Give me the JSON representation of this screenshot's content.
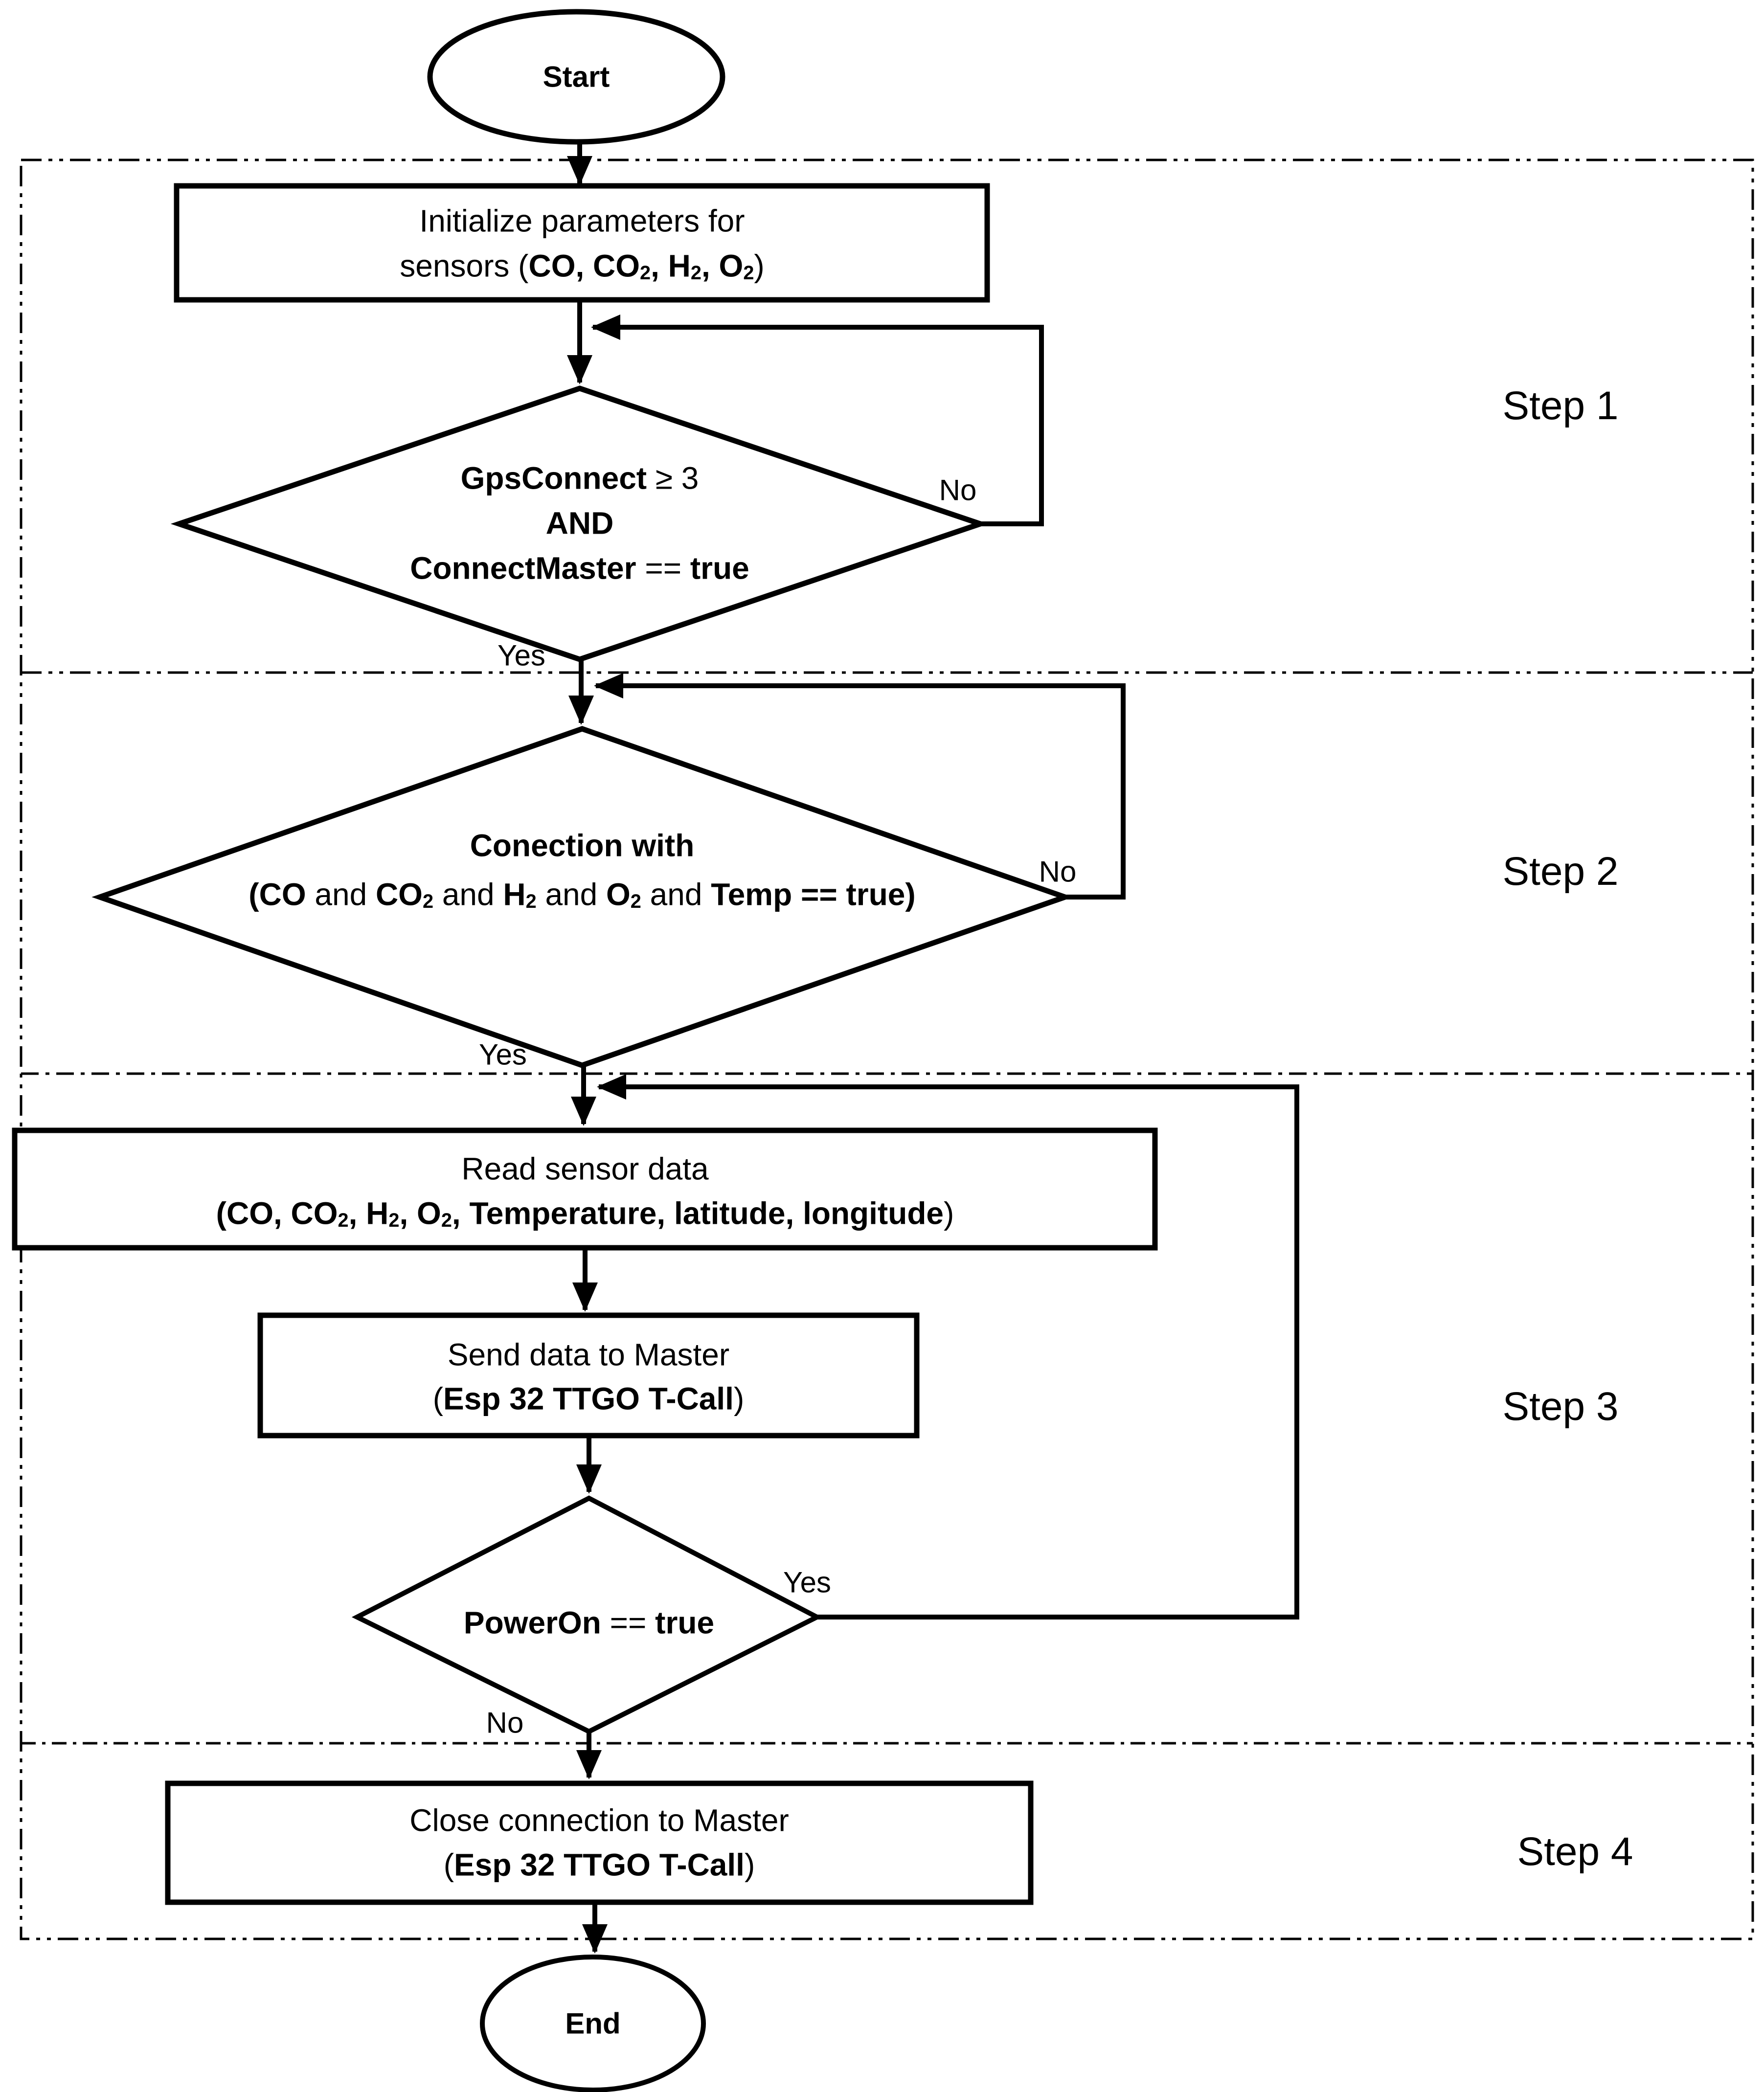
{
  "colors": {
    "ink": "#000000",
    "background": "#ffffff"
  },
  "flowchart": {
    "terminals": {
      "start": "Start",
      "end": "End"
    },
    "steps": [
      {
        "label": "Step 1"
      },
      {
        "label": "Step 2"
      },
      {
        "label": "Step 3"
      },
      {
        "label": "Step 4"
      }
    ],
    "branches": {
      "gps": {
        "yes": "Yes",
        "no": "No"
      },
      "connection": {
        "yes": "Yes",
        "no": "No"
      },
      "power": {
        "yes": "Yes",
        "no": "No"
      }
    },
    "nodes": {
      "init": {
        "line1": "Initialize parameters for",
        "line2": [
          {
            "t": "sensors ("
          },
          {
            "t": "CO, CO",
            "b": 1
          },
          {
            "t": "2",
            "b": 1,
            "s": 1
          },
          {
            "t": ", H",
            "b": 1
          },
          {
            "t": "2",
            "b": 1,
            "s": 1
          },
          {
            "t": ", O",
            "b": 1
          },
          {
            "t": "2",
            "b": 1,
            "s": 1
          },
          {
            "t": ")"
          }
        ]
      },
      "gps_decision": {
        "line1": [
          {
            "t": "GpsConnect",
            "b": 1
          },
          {
            "t": " ≥ 3"
          }
        ],
        "line2": [
          {
            "t": "AND",
            "b": 1
          }
        ],
        "line3": [
          {
            "t": "ConnectMaster",
            "b": 1
          },
          {
            "t": " == "
          },
          {
            "t": "true",
            "b": 1
          }
        ]
      },
      "connection_decision": {
        "line1": [
          {
            "t": "Conection with",
            "b": 1
          }
        ],
        "line2": [
          {
            "t": "(CO",
            "b": 1
          },
          {
            "t": " and "
          },
          {
            "t": "CO",
            "b": 1
          },
          {
            "t": "2",
            "b": 1,
            "s": 1
          },
          {
            "t": " and "
          },
          {
            "t": "H",
            "b": 1
          },
          {
            "t": "2",
            "b": 1,
            "s": 1
          },
          {
            "t": " and "
          },
          {
            "t": "O",
            "b": 1
          },
          {
            "t": "2",
            "b": 1,
            "s": 1
          },
          {
            "t": " and "
          },
          {
            "t": "Temp == true)",
            "b": 1
          }
        ]
      },
      "read": {
        "line1": "Read sensor data",
        "line2": [
          {
            "t": "(CO, CO",
            "b": 1
          },
          {
            "t": "2",
            "b": 1,
            "s": 1
          },
          {
            "t": ", H",
            "b": 1
          },
          {
            "t": "2",
            "b": 1,
            "s": 1
          },
          {
            "t": ", O",
            "b": 1
          },
          {
            "t": "2",
            "b": 1,
            "s": 1
          },
          {
            "t": ", Temperature, latitude, longitude",
            "b": 1
          },
          {
            "t": ")"
          }
        ]
      },
      "send": {
        "line1": "Send data to Master",
        "line2": [
          {
            "t": "("
          },
          {
            "t": "Esp 32 TTGO T-Call",
            "b": 1
          },
          {
            "t": ")"
          }
        ]
      },
      "power_decision": {
        "line1": [
          {
            "t": "PowerOn",
            "b": 1
          },
          {
            "t": " == "
          },
          {
            "t": "true",
            "b": 1
          }
        ]
      },
      "close": {
        "line1": "Close connection to Master",
        "line2": [
          {
            "t": "("
          },
          {
            "t": "Esp 32 TTGO T-Call",
            "b": 1
          },
          {
            "t": ")"
          }
        ]
      }
    }
  }
}
